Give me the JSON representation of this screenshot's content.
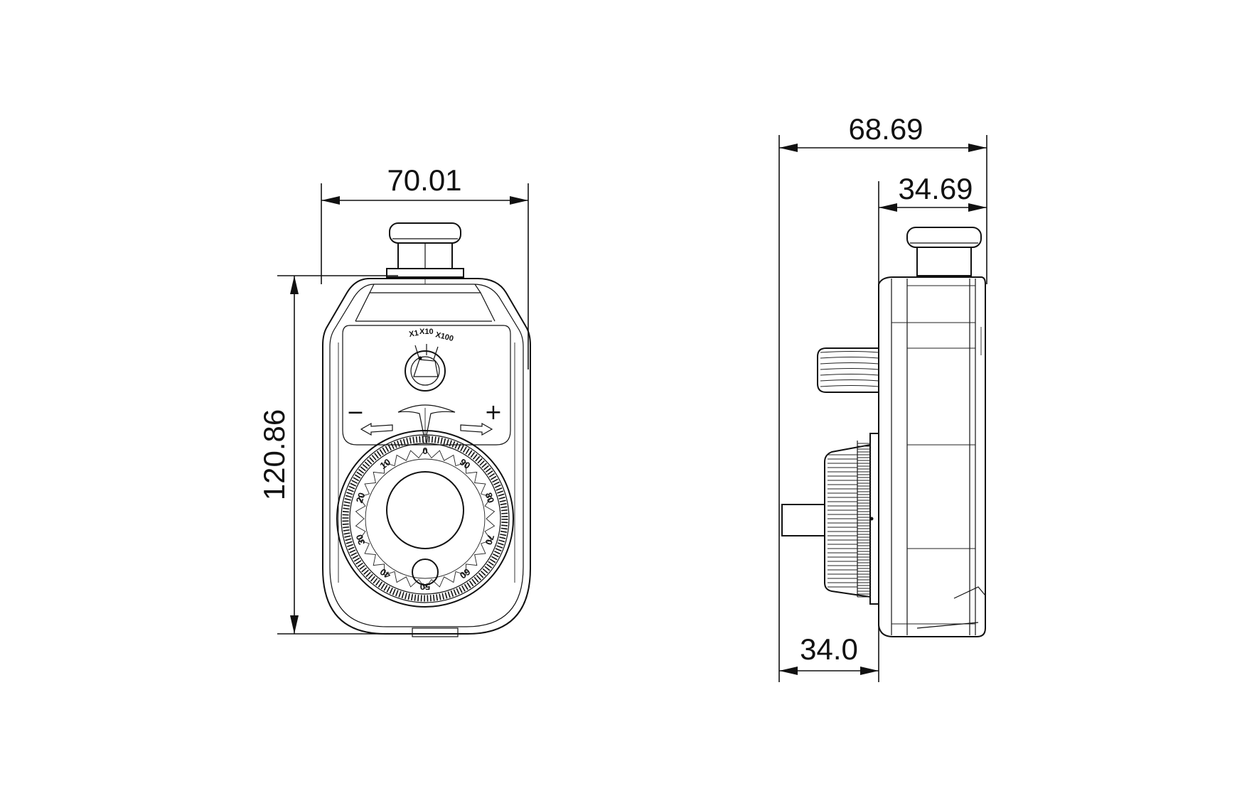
{
  "dimensions": {
    "front_width": "70.01",
    "front_height": "120.86",
    "side_total_width": "68.69",
    "side_body_width": "34.69",
    "side_shaft_length": "34.0"
  },
  "selector": {
    "x1": "X1",
    "x10": "X10",
    "x100": "X100"
  },
  "direction": {
    "minus": "−",
    "plus": "+"
  },
  "dial_scale": {
    "labels": [
      "0",
      "10",
      "20",
      "30",
      "40",
      "50",
      "60",
      "70",
      "80",
      "90"
    ]
  }
}
